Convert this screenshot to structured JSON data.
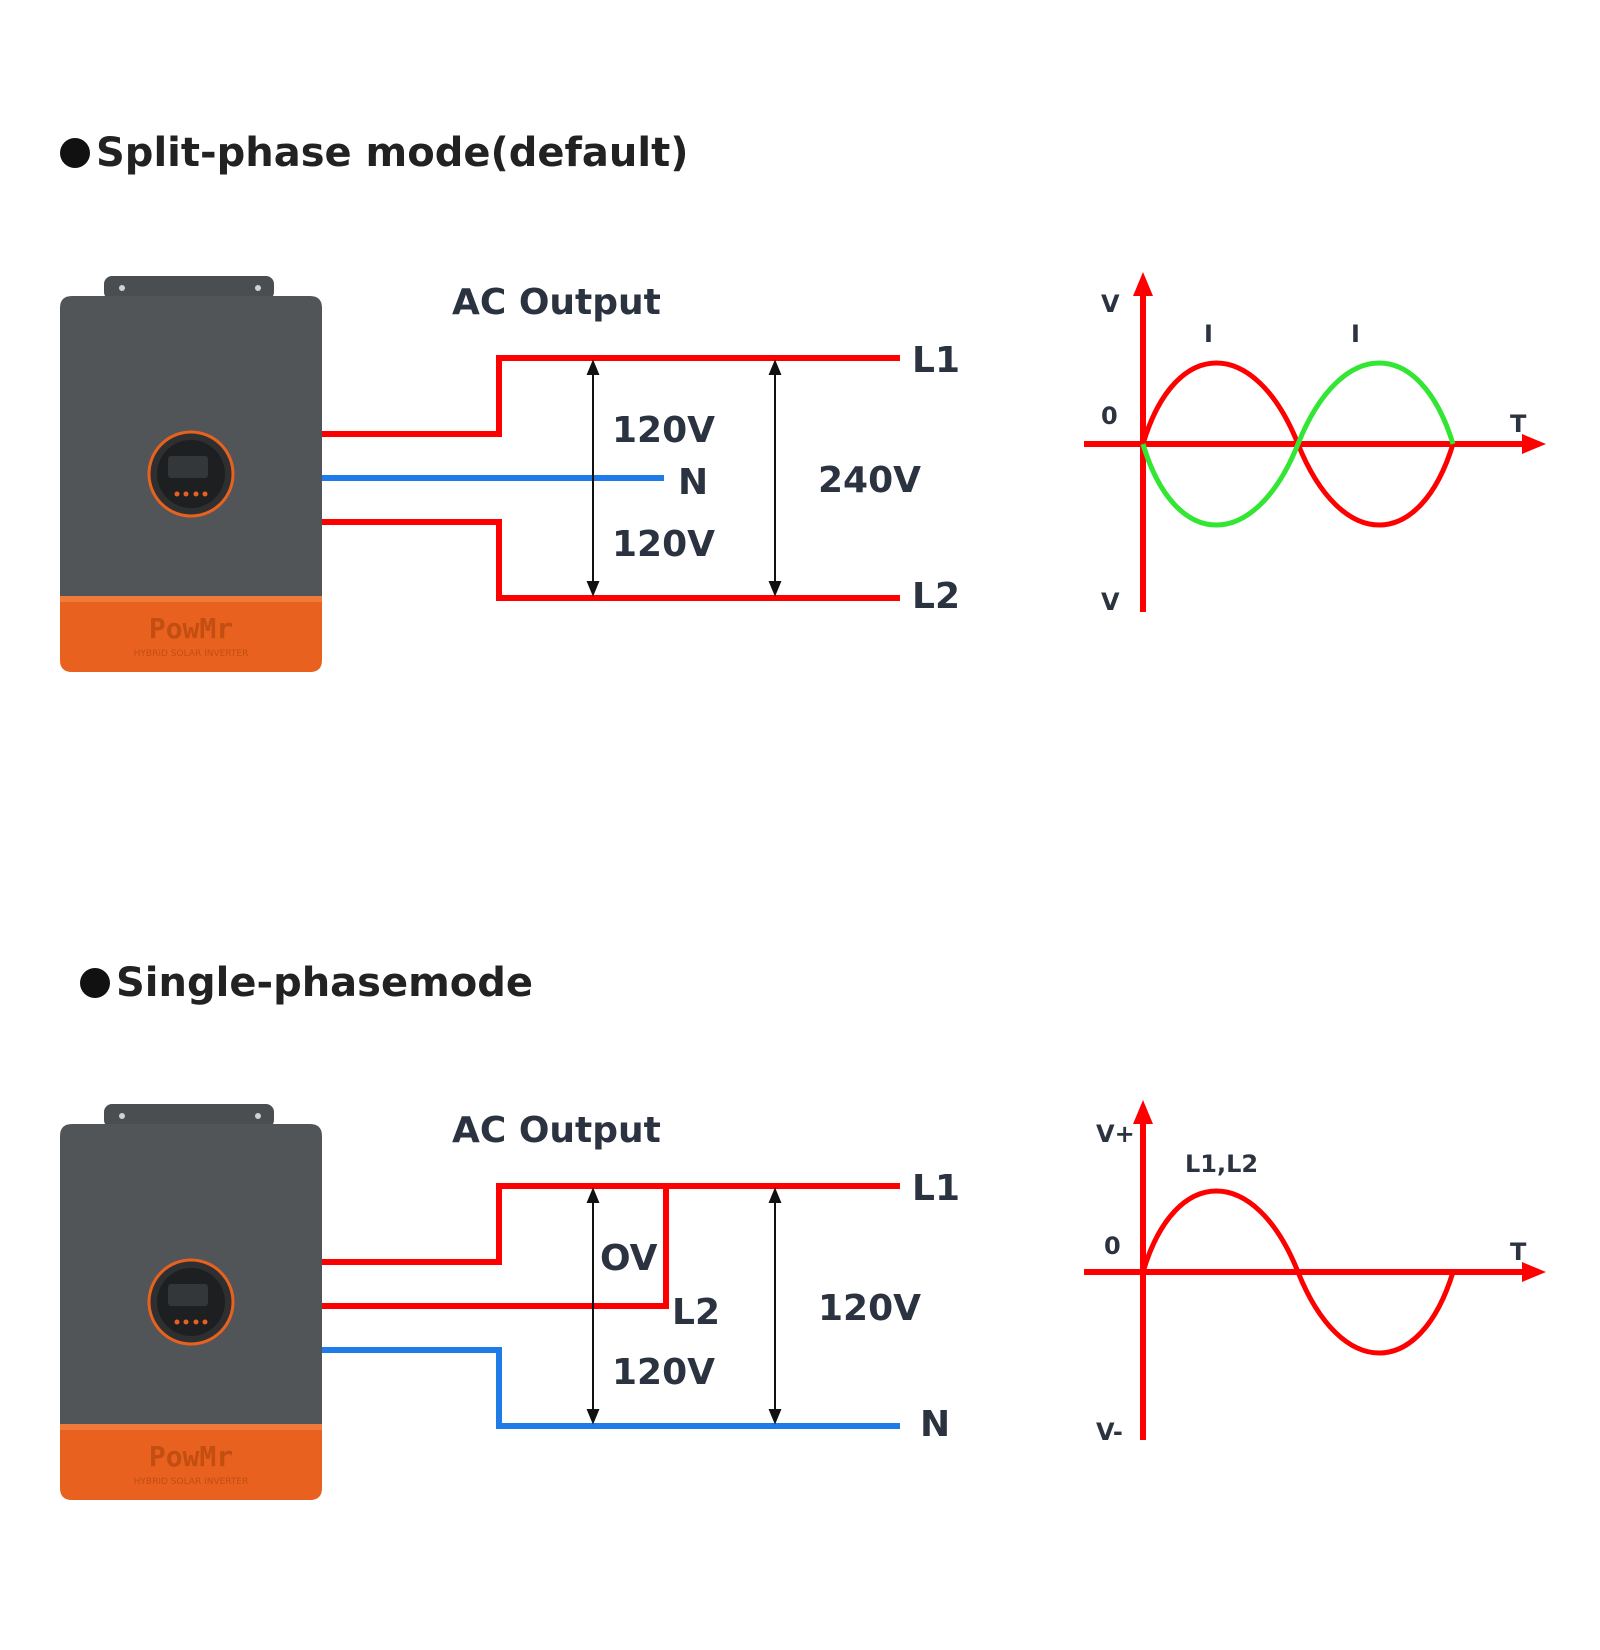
{
  "sections": [
    {
      "title": "Split-phase mode(default)",
      "ac_output_label": "AC Output",
      "wire_labels": {
        "top": "L1",
        "middle": "N",
        "bottom": "L2"
      },
      "voltages": {
        "upper": "120V",
        "lower": "120V",
        "total": "240V"
      },
      "graph": {
        "y_top_label": "V",
        "y_bottom_label": "V",
        "zero_label": "0",
        "x_label": "T",
        "peak_labels": [
          "I",
          "I"
        ]
      }
    },
    {
      "title": "Single-phasemode",
      "ac_output_label": "AC Output",
      "wire_labels": {
        "top": "L1",
        "middle": "L2",
        "bottom": "N"
      },
      "voltages": {
        "upper": "OV",
        "lower": "120V",
        "total": "120V"
      },
      "graph": {
        "y_top_label": "V+",
        "y_bottom_label": "V-",
        "zero_label": "0",
        "x_label": "T",
        "peak_labels": [
          "L1,L2"
        ]
      }
    }
  ],
  "inverter": {
    "brand": "PowMr",
    "subtitle": "HYBRID SOLAR INVERTER"
  },
  "colors": {
    "line_wire": "#ff0000",
    "neutral_wire": "#1e7be8",
    "wave_green": "#33e633",
    "body_gray": "#525558",
    "body_orange": "#e8611e",
    "text": "#2c3340"
  }
}
